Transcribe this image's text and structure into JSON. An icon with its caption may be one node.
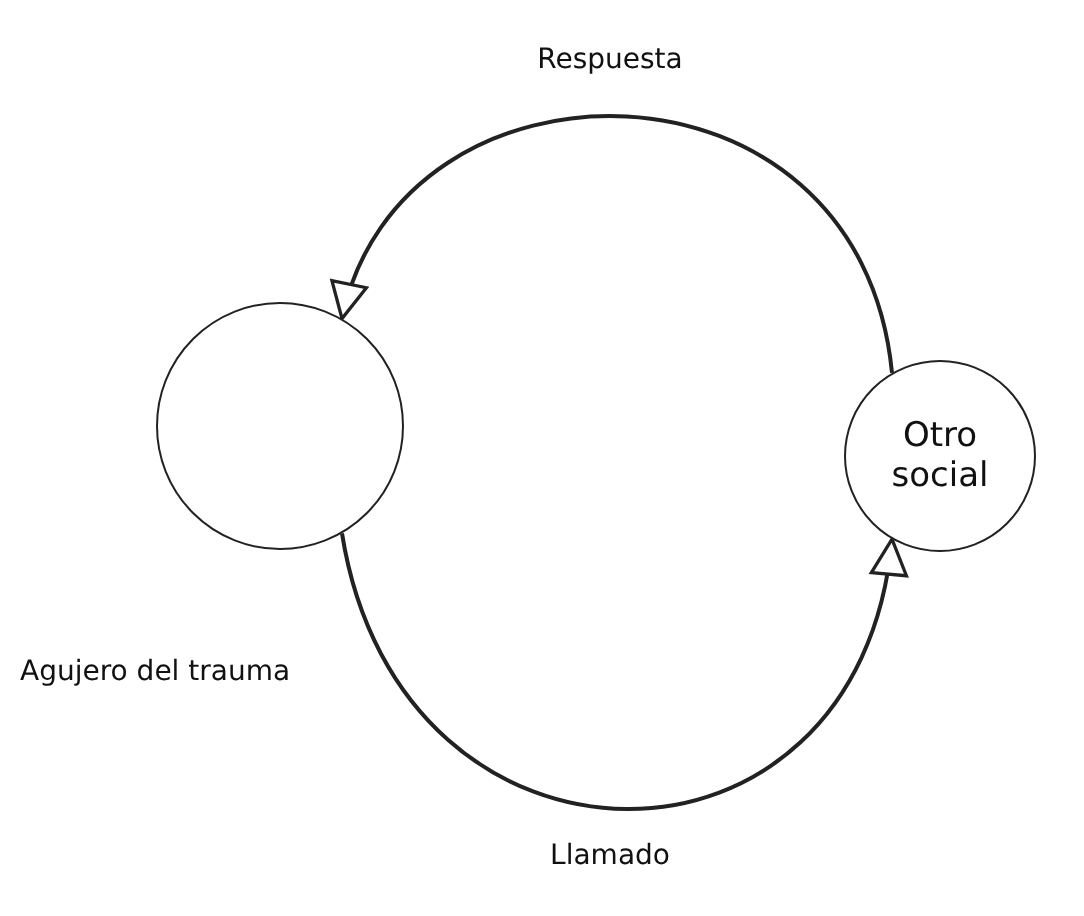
{
  "diagram": {
    "nodes": [
      {
        "text": [],
        "shape": "circle",
        "beside": [
          "Agujero del trauma"
        ]
      },
      {
        "text": [
          "Otro social"
        ]
      }
    ],
    "edges": [
      {
        "from": 1,
        "to": 0,
        "arrow": "to",
        "label": "Respuesta"
      },
      {
        "from": 0,
        "to": 1,
        "arrow": "to",
        "label": "Llamado"
      }
    ]
  }
}
